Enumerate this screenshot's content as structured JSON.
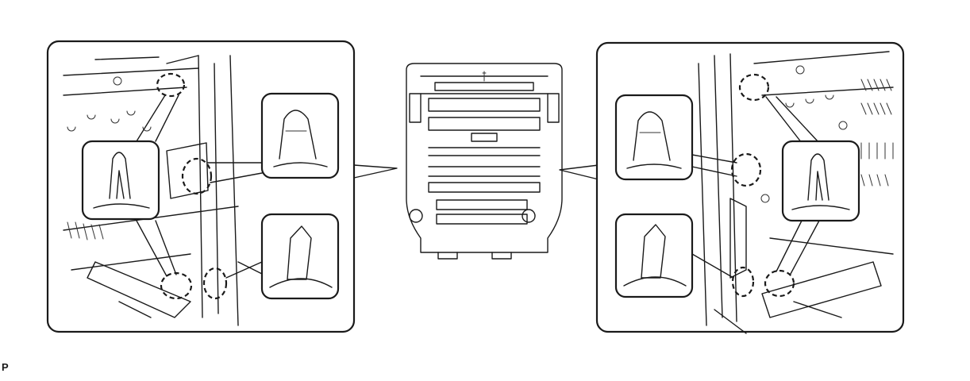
{
  "footer": {
    "code": "P"
  },
  "colors": {
    "line": "#1a1a1a",
    "background": "#ffffff"
  },
  "panels": [
    {
      "name": "left-detail-panel",
      "callouts": [
        "upper-clip-callout",
        "lower-clip-callout",
        "claw-clip-callout"
      ]
    },
    {
      "name": "center-panel-overview"
    },
    {
      "name": "right-detail-panel",
      "callouts": [
        "upper-clip-callout",
        "lower-clip-callout",
        "claw-clip-callout"
      ]
    }
  ]
}
